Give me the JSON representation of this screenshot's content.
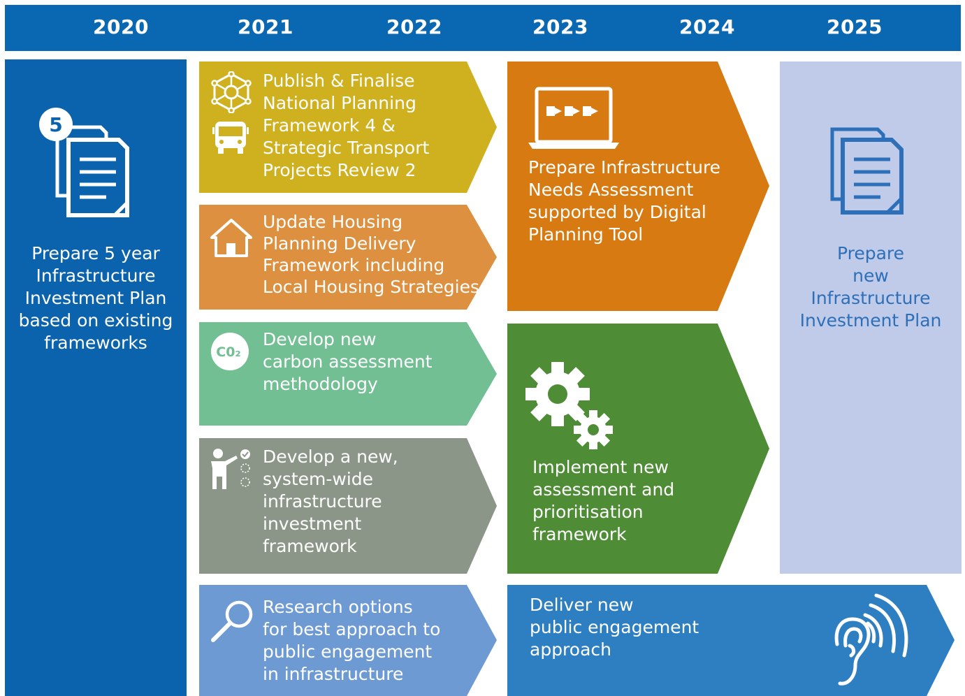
{
  "years": [
    "2020",
    "2021",
    "2022",
    "2023",
    "2024",
    "2025"
  ],
  "colors": {
    "year_bar": "#0a67b2",
    "col_2020": "#0b62ad",
    "publish": "#cfb01f",
    "housing": "#dd9040",
    "carbon": "#72bf94",
    "framework": "#8c9688",
    "research": "#6e9ad3",
    "needs": "#d77a12",
    "implement": "#4e8c35",
    "public": "#2e7fc2",
    "col_2025": "#c0cbe9",
    "col_2025_text": "#2d6fb8"
  },
  "blocks": {
    "prepare_5yr": {
      "icon": "five-year-document-icon",
      "badge": "5",
      "lines": [
        "Prepare 5 year",
        "Infrastructure",
        "Investment Plan",
        "based on existing",
        "frameworks"
      ]
    },
    "publish_npf4": {
      "icons": [
        "network-icon",
        "bus-icon"
      ],
      "lines": [
        "Publish & Finalise",
        "National Planning",
        "Framework 4 &",
        "Strategic Transport",
        "Projects Review 2"
      ]
    },
    "housing": {
      "icon": "house-icon",
      "lines": [
        "Update Housing",
        "Planning Delivery",
        "Framework including",
        "Local Housing Strategies"
      ]
    },
    "carbon": {
      "icon": "co2-icon",
      "icon_text": "C0₂",
      "lines": [
        "Develop new",
        "carbon assessment",
        "methodology"
      ]
    },
    "framework": {
      "icon": "presenter-checklist-icon",
      "lines": [
        "Develop a new,",
        "system-wide",
        "infrastructure",
        "investment",
        "framework"
      ]
    },
    "research": {
      "icon": "magnifier-icon",
      "lines": [
        "Research options",
        "for best approach to",
        "public engagement",
        "in infrastructure"
      ]
    },
    "needs_assessment": {
      "icon": "laptop-icon",
      "lines": [
        "Prepare Infrastructure",
        "Needs Assessment",
        "supported by Digital",
        "Planning Tool"
      ]
    },
    "implement": {
      "icon": "gears-icon",
      "lines": [
        "Implement new",
        "assessment and",
        "prioritisation",
        "framework"
      ]
    },
    "public_engagement": {
      "icon": "ear-icon",
      "lines": [
        "Deliver new",
        "public engagement",
        "approach"
      ]
    },
    "new_plan": {
      "icon": "document-icon",
      "lines": [
        "Prepare",
        "new",
        "Infrastructure",
        "Investment Plan"
      ]
    }
  }
}
